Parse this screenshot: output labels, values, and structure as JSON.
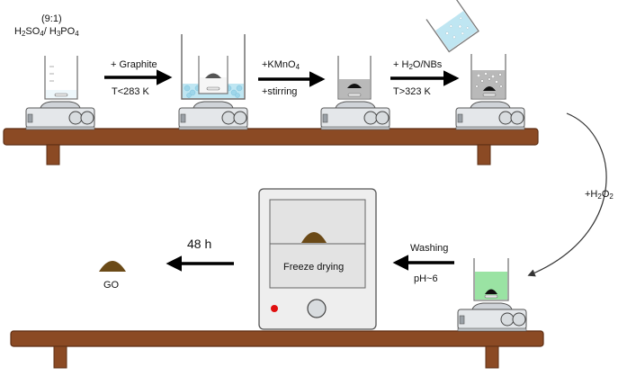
{
  "steps": {
    "ratio": "(9:1)",
    "acid": [
      "H",
      "2",
      "SO",
      "4",
      "/ H",
      "3",
      "PO",
      "4"
    ],
    "graphite_label": "+ Graphite",
    "temp1": "T<283 K",
    "kmno4": [
      "+KMnO",
      "4"
    ],
    "stirring": "+stirring",
    "water_nbs": [
      "+ H",
      "2",
      "O/NBs"
    ],
    "temp2": "T>323 K",
    "h2o2": [
      "+H",
      "2",
      "O",
      "2"
    ],
    "washing": "Washing",
    "ph": "pH~6",
    "freeze_drying": "Freeze drying",
    "time": "48 h",
    "product": "GO"
  },
  "colors": {
    "shelf": "#8b4a24",
    "shelf_edge": "#5e2f14",
    "liquid_blue": "#bfe6f2",
    "liquid_grey": "#b9b9b9",
    "liquid_green": "#9ae3a3",
    "product_brown": "#6b4a17",
    "indicator_red": "#e01010"
  }
}
